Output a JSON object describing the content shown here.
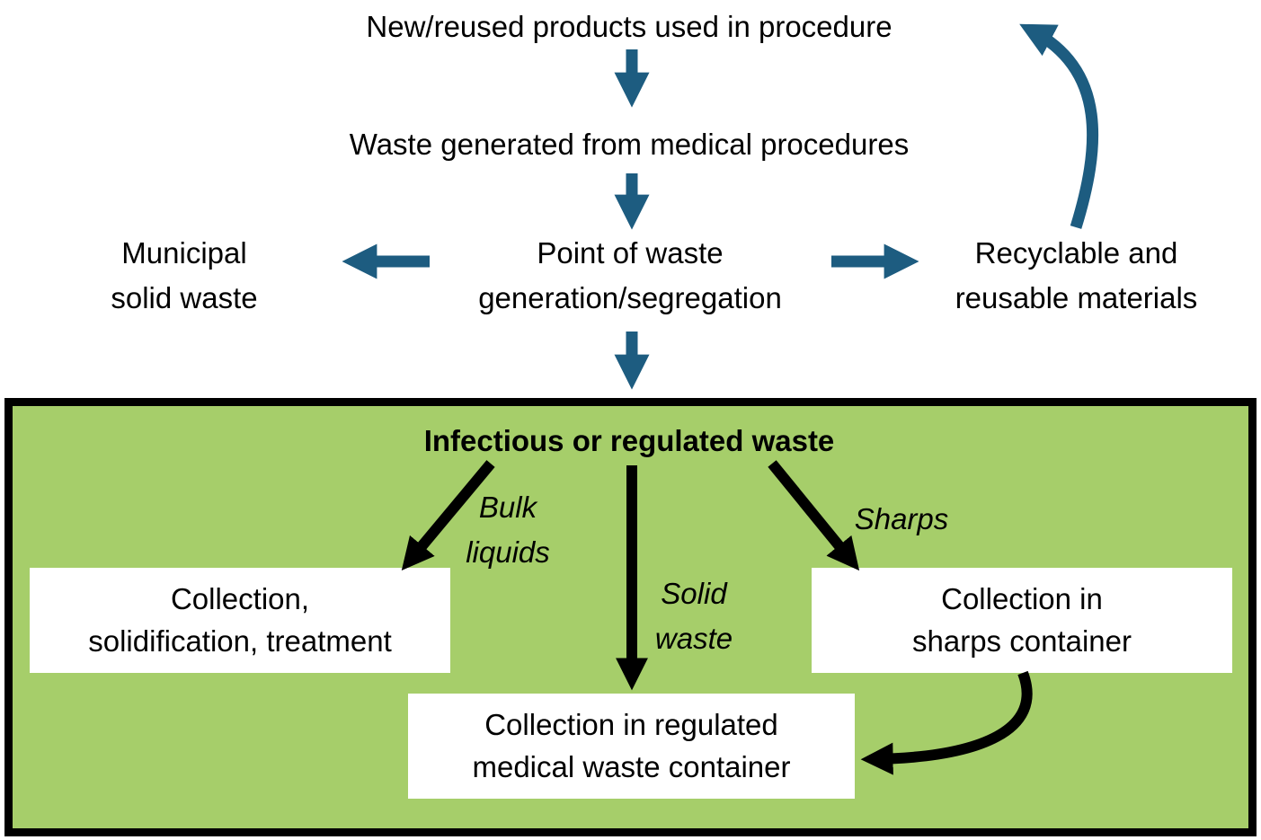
{
  "title": "Medical waste segregation flow diagram",
  "colors": {
    "blue_arrow": "#1d5c80",
    "green_panel": "#a6ce6a",
    "black_arrow": "#000000",
    "white_box": "#ffffff"
  },
  "nodes": {
    "new_reused_products": {
      "text": "New/reused products used in procedure"
    },
    "waste_generated": {
      "text": "Waste generated from medical procedures"
    },
    "municipal_solid_waste": {
      "lines": [
        "Municipal",
        "solid waste"
      ]
    },
    "point_of_generation": {
      "lines": [
        "Point of waste",
        "generation/segregation"
      ]
    },
    "recyclable_materials": {
      "lines": [
        "Recyclable and",
        "reusable materials"
      ]
    },
    "infectious_waste": {
      "text": "Infectious or regulated waste"
    },
    "collection_solidification": {
      "lines": [
        "Collection,",
        "solidification, treatment"
      ]
    },
    "collection_sharps": {
      "lines": [
        "Collection in",
        "sharps container"
      ]
    },
    "collection_regulated": {
      "lines": [
        "Collection in regulated",
        "medical waste container"
      ]
    }
  },
  "edge_labels": {
    "bulk_liquids": {
      "lines": [
        "Bulk",
        "liquids"
      ]
    },
    "solid_waste": {
      "lines": [
        "Solid",
        "waste"
      ]
    },
    "sharps": {
      "text": "Sharps"
    }
  }
}
